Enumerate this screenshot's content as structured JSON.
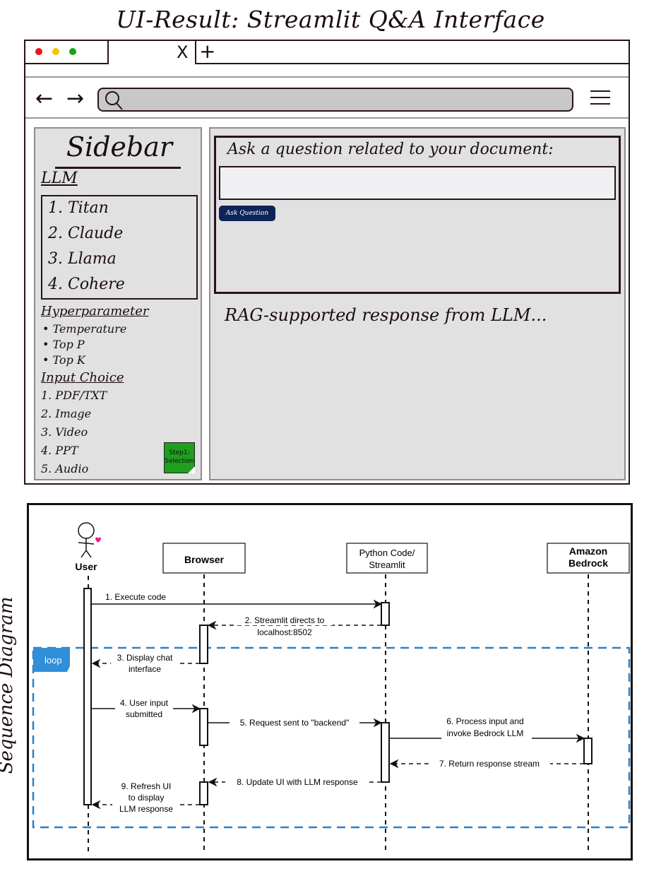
{
  "page_title": "UI-Result: Streamlit Q&A Interface",
  "browser": {
    "tab_close": "X",
    "new_tab": "+",
    "back": "←",
    "forward": "→",
    "window_dots": [
      "#e8141b",
      "#f2c500",
      "#19a319"
    ]
  },
  "sidebar": {
    "title": "Sidebar",
    "llm": {
      "heading": "LLM",
      "items": [
        "1. Titan",
        "2. Claude",
        "3. Llama",
        "4. Cohere"
      ]
    },
    "hyperparameter": {
      "heading": "Hyperparameter",
      "items": [
        "• Temperature",
        "• Top P",
        "• Top K"
      ]
    },
    "input_choice": {
      "heading": "Input Choice",
      "items": [
        "1. PDF/TXT",
        "2. Image",
        "3. Video",
        "4. PPT",
        "5. Audio"
      ]
    },
    "sticky_note": {
      "line1": "Step1:",
      "line2": "Selection",
      "color": "#1f9e1f"
    }
  },
  "main": {
    "question_label": "Ask a question related to your document:",
    "question_value": "",
    "ask_button": "Ask Question",
    "response": "RAG-supported response from LLM..."
  },
  "sequence_diagram": {
    "side_label": "Sequence Diagram",
    "participants": [
      {
        "id": "user",
        "label": "User"
      },
      {
        "id": "browser",
        "label": "Browser"
      },
      {
        "id": "python",
        "label_line1": "Python Code/",
        "label_line2": "Streamlit"
      },
      {
        "id": "bedrock",
        "label_line1": "Amazon",
        "label_line2": "Bedrock"
      }
    ],
    "loop_label": "loop",
    "loop_color": "#2f8fd8",
    "messages": [
      {
        "from": "user",
        "to": "python",
        "style": "solid",
        "line1": "1. Execute code",
        "line2": ""
      },
      {
        "from": "python",
        "to": "browser",
        "style": "dashed",
        "line1": "2. Streamlit directs to",
        "line2": "localhost:8502"
      },
      {
        "from": "browser",
        "to": "user",
        "style": "dashed",
        "line1": "3. Display chat",
        "line2": "interface"
      },
      {
        "from": "user",
        "to": "browser",
        "style": "solid",
        "line1": "4. User input",
        "line2": "submitted"
      },
      {
        "from": "browser",
        "to": "python",
        "style": "solid",
        "line1": "5. Request sent to \"backend\"",
        "line2": ""
      },
      {
        "from": "python",
        "to": "bedrock",
        "style": "solid",
        "line1": "6. Process input and",
        "line2": "invoke Bedrock LLM"
      },
      {
        "from": "bedrock",
        "to": "python",
        "style": "dashed",
        "line1": "7. Return response stream",
        "line2": ""
      },
      {
        "from": "python",
        "to": "browser",
        "style": "dashed",
        "line1": "8. Update UI with LLM response",
        "line2": ""
      },
      {
        "from": "browser",
        "to": "user",
        "style": "dashed",
        "line1": "9. Refresh UI",
        "line2": "to display",
        "line3": "LLM response"
      }
    ]
  }
}
